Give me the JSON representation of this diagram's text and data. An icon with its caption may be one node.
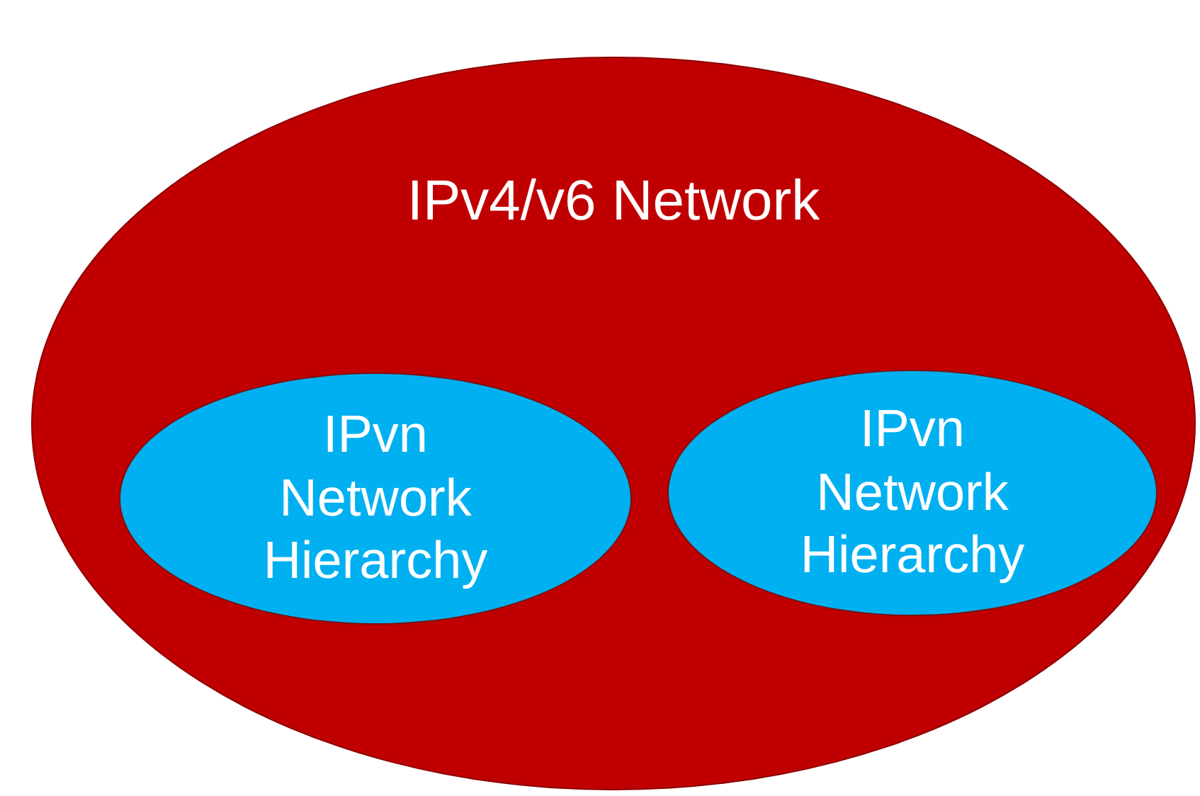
{
  "diagram": {
    "nodes": [
      {
        "text": [
          "IPv4/v6 Network"
        ]
      },
      {
        "text": [
          "IPvn Network Hierarchy"
        ],
        "in": 0
      },
      {
        "text": [
          "IPvn Network Hierarchy"
        ],
        "in": 0
      }
    ]
  }
}
